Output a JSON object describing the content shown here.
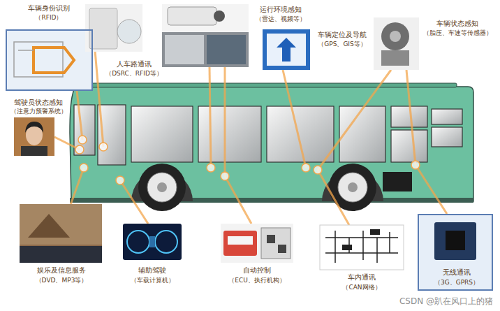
{
  "diagram": {
    "nodes": [
      {
        "text": [
          "车辆身份识别",
          "（RFID）"
        ]
      },
      {
        "text": [
          "人车路通讯",
          "（DSRC、RFID等）"
        ]
      },
      {
        "text": [
          "运行环境感知",
          "（雷达、视频等）"
        ]
      },
      {
        "text": [
          "车辆定位及导航",
          "（GPS、GIS等）"
        ]
      },
      {
        "text": [
          "车辆状态感知",
          "（胎压、车速等传感器）"
        ]
      },
      {
        "text": [
          "驾驶员状态感知",
          "（注意力预警系统）"
        ]
      },
      {
        "text": [
          "娱乐及信息服务",
          "（DVD、MP3等）"
        ]
      },
      {
        "text": [
          "辅助驾驶",
          "（车载计算机）"
        ]
      },
      {
        "text": [
          "自动控制",
          "（ECU、执行机构）"
        ]
      },
      {
        "text": [
          "车内通讯",
          "（CAN网络）"
        ]
      },
      {
        "text": [
          "无线通讯",
          "（3G、GPRS）"
        ]
      }
    ],
    "labels": [
      "CSDN @趴在风口上的猪"
    ]
  }
}
